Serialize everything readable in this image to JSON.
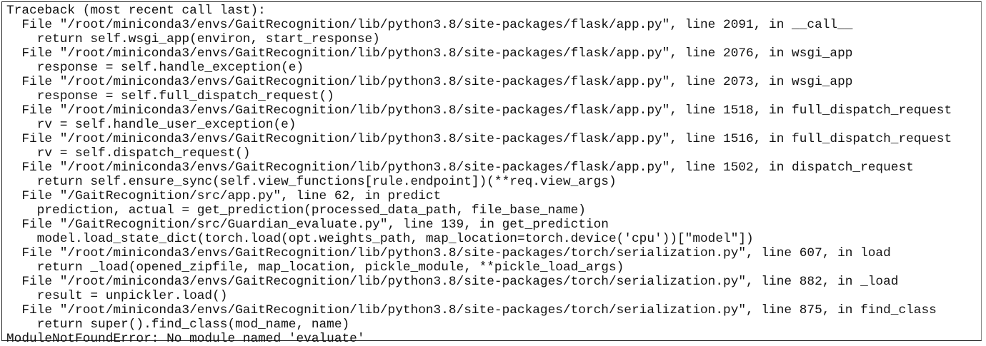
{
  "traceback": {
    "lines": [
      "Traceback (most recent call last):",
      "  File \"/root/miniconda3/envs/GaitRecognition/lib/python3.8/site-packages/flask/app.py\", line 2091, in __call__",
      "    return self.wsgi_app(environ, start_response)",
      "  File \"/root/miniconda3/envs/GaitRecognition/lib/python3.8/site-packages/flask/app.py\", line 2076, in wsgi_app",
      "    response = self.handle_exception(e)",
      "  File \"/root/miniconda3/envs/GaitRecognition/lib/python3.8/site-packages/flask/app.py\", line 2073, in wsgi_app",
      "    response = self.full_dispatch_request()",
      "  File \"/root/miniconda3/envs/GaitRecognition/lib/python3.8/site-packages/flask/app.py\", line 1518, in full_dispatch_request",
      "    rv = self.handle_user_exception(e)",
      "  File \"/root/miniconda3/envs/GaitRecognition/lib/python3.8/site-packages/flask/app.py\", line 1516, in full_dispatch_request",
      "    rv = self.dispatch_request()",
      "  File \"/root/miniconda3/envs/GaitRecognition/lib/python3.8/site-packages/flask/app.py\", line 1502, in dispatch_request",
      "    return self.ensure_sync(self.view_functions[rule.endpoint])(**req.view_args)",
      "  File \"/GaitRecognition/src/app.py\", line 62, in predict",
      "    prediction, actual = get_prediction(processed_data_path, file_base_name)",
      "  File \"/GaitRecognition/src/Guardian_evaluate.py\", line 139, in get_prediction",
      "    model.load_state_dict(torch.load(opt.weights_path, map_location=torch.device('cpu'))[\"model\"])",
      "  File \"/root/miniconda3/envs/GaitRecognition/lib/python3.8/site-packages/torch/serialization.py\", line 607, in load",
      "    return _load(opened_zipfile, map_location, pickle_module, **pickle_load_args)",
      "  File \"/root/miniconda3/envs/GaitRecognition/lib/python3.8/site-packages/torch/serialization.py\", line 882, in _load",
      "    result = unpickler.load()",
      "  File \"/root/miniconda3/envs/GaitRecognition/lib/python3.8/site-packages/torch/serialization.py\", line 875, in find_class",
      "    return super().find_class(mod_name, name)",
      "ModuleNotFoundError: No module named 'evaluate'"
    ]
  }
}
